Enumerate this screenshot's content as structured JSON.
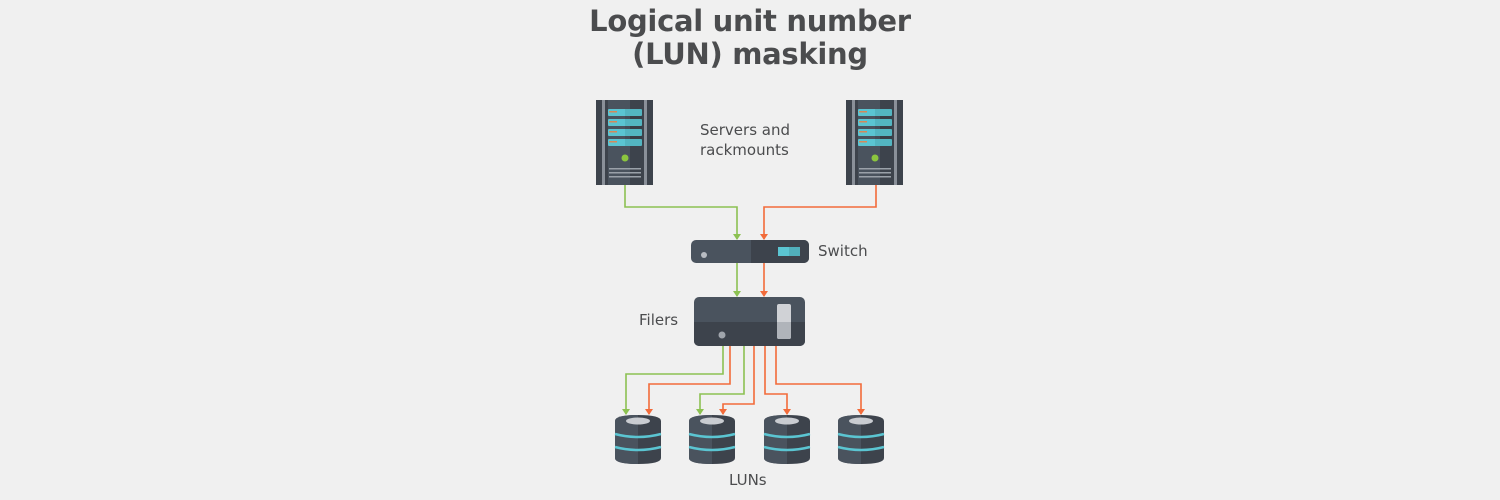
{
  "title": {
    "line1": "Logical unit number",
    "line2": "(LUN) masking"
  },
  "labels": {
    "servers_line1": "Servers and",
    "servers_line2": "rackmounts",
    "switch": "Switch",
    "filers": "Filers",
    "luns": "LUNs"
  },
  "nodes": {
    "servers": [
      {
        "id": "server-left",
        "path_color": "green"
      },
      {
        "id": "server-right",
        "path_color": "orange"
      }
    ],
    "switch": {
      "id": "switch"
    },
    "filer": {
      "id": "filer"
    },
    "luns": [
      {
        "id": "lun-1",
        "incoming": [
          "green",
          "orange"
        ]
      },
      {
        "id": "lun-2",
        "incoming": [
          "green",
          "orange"
        ]
      },
      {
        "id": "lun-3",
        "incoming": [
          "orange"
        ]
      },
      {
        "id": "lun-4",
        "incoming": [
          "orange"
        ]
      }
    ]
  },
  "edges": [
    {
      "from": "server-left",
      "to": "switch",
      "color": "green"
    },
    {
      "from": "server-right",
      "to": "switch",
      "color": "orange"
    },
    {
      "from": "switch",
      "to": "filer",
      "color": "green"
    },
    {
      "from": "switch",
      "to": "filer",
      "color": "orange"
    },
    {
      "from": "filer",
      "to": "lun-1",
      "color": "green"
    },
    {
      "from": "filer",
      "to": "lun-1",
      "color": "orange"
    },
    {
      "from": "filer",
      "to": "lun-2",
      "color": "green"
    },
    {
      "from": "filer",
      "to": "lun-2",
      "color": "orange"
    },
    {
      "from": "filer",
      "to": "lun-3",
      "color": "orange"
    },
    {
      "from": "filer",
      "to": "lun-4",
      "color": "orange"
    }
  ],
  "colors": {
    "background": "#f0f0f0",
    "text": "#4b4c4e",
    "green": "#8cc152",
    "orange": "#f26b3a",
    "device_dark": "#3d434c",
    "device_light": "#4a535e",
    "teal": "#5bc5d2",
    "led_green": "#8cc63f"
  }
}
